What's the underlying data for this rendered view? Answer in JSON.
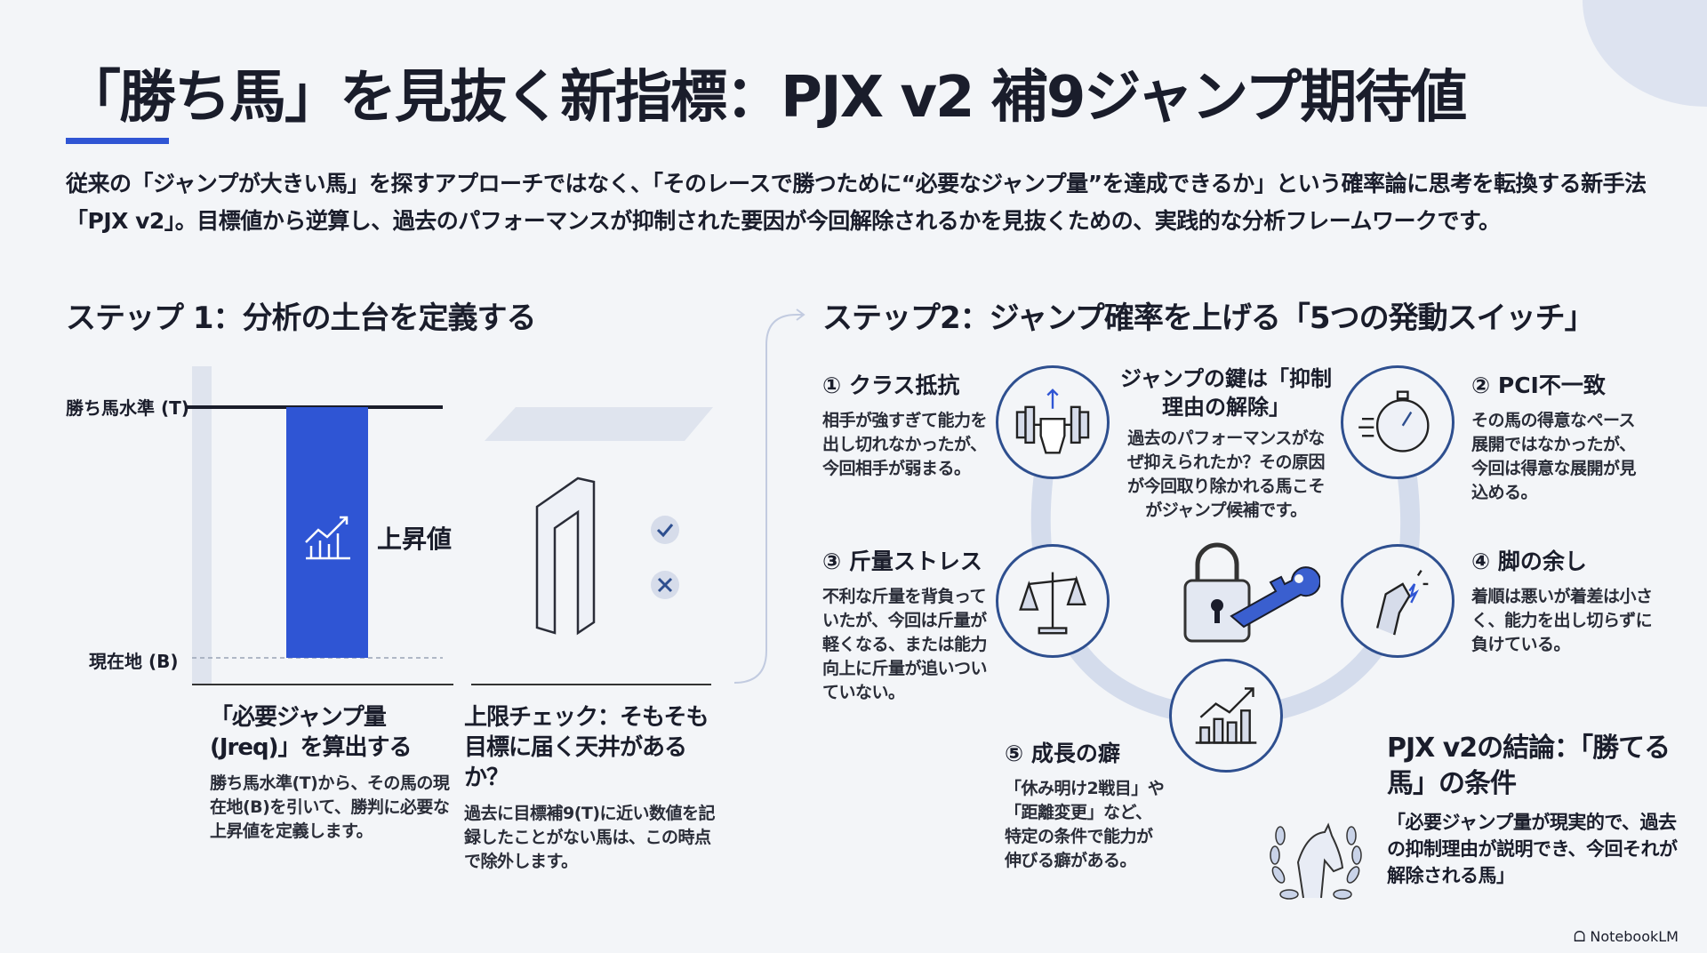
{
  "title": "「勝ち馬」を見抜く新指標：PJX v2 補9ジャンプ期待値",
  "intro": "従来の「ジャンプが大きい馬」を探すアプローチではなく、「そのレースで勝つために“必要なジャンプ量”を達成できるか」という確率論に思考を転換する新手法「PJX v2」。目標値から逆算し、過去のパフォーマンスが抑制された要因が今回解除されるかを見抜くための、実践的な分析フレームワークです。",
  "step1": {
    "heading": "ステップ 1：分析の土台を定義する",
    "label_t": "勝ち馬水準 (T)",
    "label_b": "現在地 (B)",
    "bar_label": "上昇値",
    "cap1_title": "「必要ジャンプ量(Jreq)」を算出する",
    "cap1_body": "勝ち馬水準(T)から、その馬の現在地(B)を引いて、勝判に必要な上昇値を定義します。",
    "cap2_title": "上限チェック：そもそも目標に届く天井があるか？",
    "cap2_body": "過去に目標補9(T)に近い数値を記録したことがない馬は、この時点で除外します。"
  },
  "step2": {
    "heading": "ステップ2：ジャンプ確率を上げる「5つの発動スイッチ」",
    "center_title": "ジャンプの鍵は「抑制理由の解除」",
    "center_body": "過去のパフォーマンスがなぜ抑えられたか？その原因が今回取り除かれる馬こそがジャンプ候補です。",
    "switches": [
      {
        "title": "① クラス抵抗",
        "body": "相手が強すぎて能力を出し切れなかったが、今回相手が弱まる。",
        "icon": "dumbbell-icon"
      },
      {
        "title": "② PCI不一致",
        "body": "その馬の得意なペース展開ではなかったが、今回は得意な展開が見込める。",
        "icon": "stopwatch-icon"
      },
      {
        "title": "③ 斤量ストレス",
        "body": "不利な斤量を背負っていたが、今回は斤量が軽くなる、または能力向上に斤量が追いついていない。",
        "icon": "scale-icon"
      },
      {
        "title": "④ 脚の余し",
        "body": "着順は悪いが着差は小さく、能力を出し切らずに負けている。",
        "icon": "horse-spark-icon"
      },
      {
        "title": "⑤ 成長の癖",
        "body": "「休み明け2戦目」や「距離変更」など、特定の条件で能力が伸びる癖がある。",
        "icon": "growth-chart-icon"
      }
    ]
  },
  "conclusion": {
    "title": "PJX v2の結論：「勝てる馬」の条件",
    "body": "「必要ジャンプ量が現実的で、過去の抑制理由が説明でき、今回それが解除される馬」"
  },
  "brand": "NotebookLM",
  "colors": {
    "accent": "#2f55d4",
    "navy": "#2e4f8f",
    "ring": "#d4dcec"
  }
}
